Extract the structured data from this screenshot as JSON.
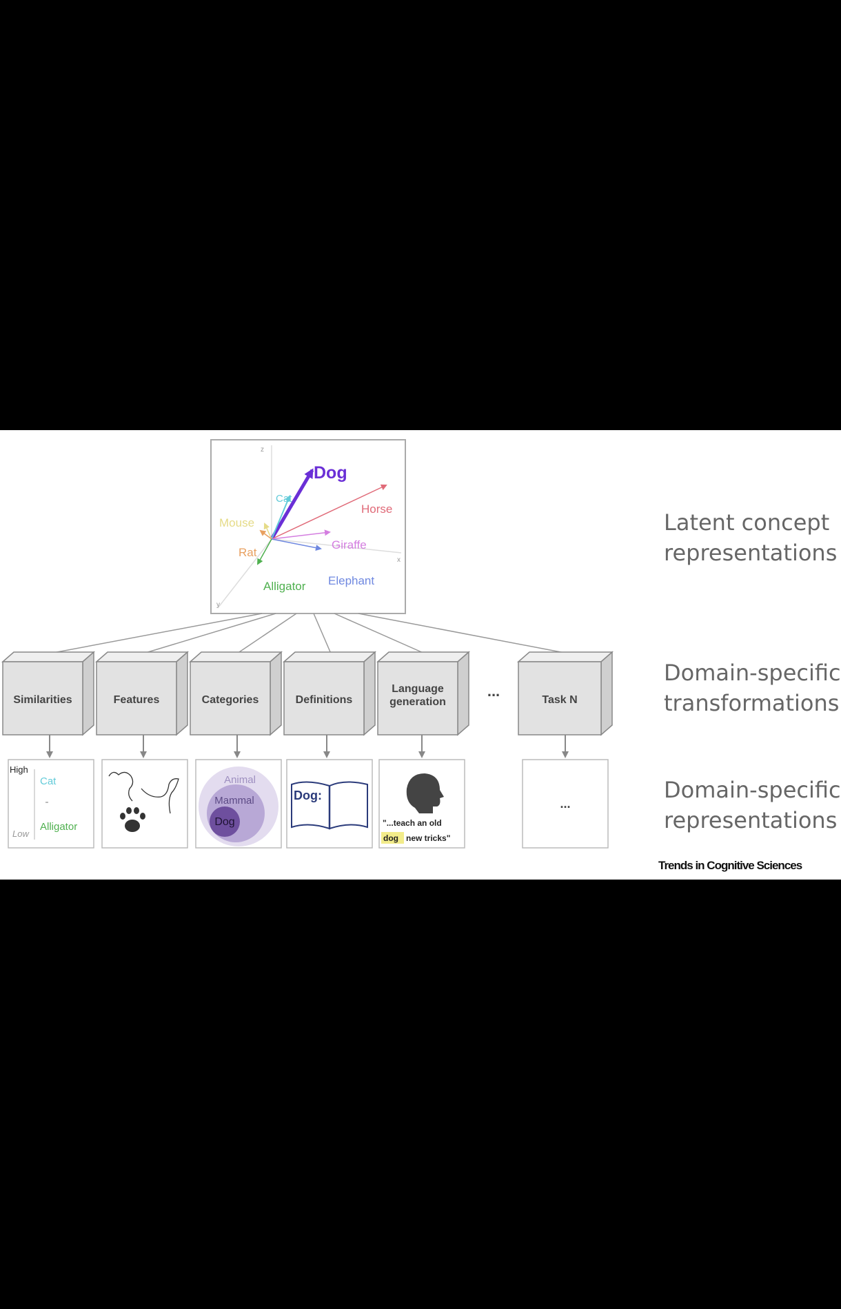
{
  "rows": {
    "latent": "Latent concept\nrepresentations",
    "transform": "Domain-specific\ntransformations",
    "representations": "Domain-specific\nrepresentations"
  },
  "vector_space": {
    "axis_labels": [
      "z",
      "y",
      "x"
    ],
    "vectors": [
      {
        "label": "Dog",
        "color": "#6a2fd6"
      },
      {
        "label": "Cat",
        "color": "#63cbd9"
      },
      {
        "label": "Horse",
        "color": "#e06a78"
      },
      {
        "label": "Mouse",
        "color": "#e5db88"
      },
      {
        "label": "Rat",
        "color": "#e8a060"
      },
      {
        "label": "Giraffe",
        "color": "#d47ee0"
      },
      {
        "label": "Elephant",
        "color": "#6f88e0"
      },
      {
        "label": "Alligator",
        "color": "#4fb04f"
      }
    ]
  },
  "tasks": [
    "Similarities",
    "Features",
    "Categories",
    "Definitions",
    "Language generation",
    "...",
    "Task N"
  ],
  "similarity_panel": {
    "high": "High",
    "low": "Low",
    "cat": "Cat",
    "alligator": "Alligator"
  },
  "category_panel": {
    "outer": "Animal",
    "middle": "Mammal",
    "inner": "Dog"
  },
  "definition_panel": {
    "word": "Dog:"
  },
  "language_panel": {
    "line1": "\"...teach an old",
    "highlight": "dog",
    "line2": "new tricks\""
  },
  "taskn_panel": {
    "text": "..."
  },
  "credit": "Trends in Cognitive Sciences"
}
